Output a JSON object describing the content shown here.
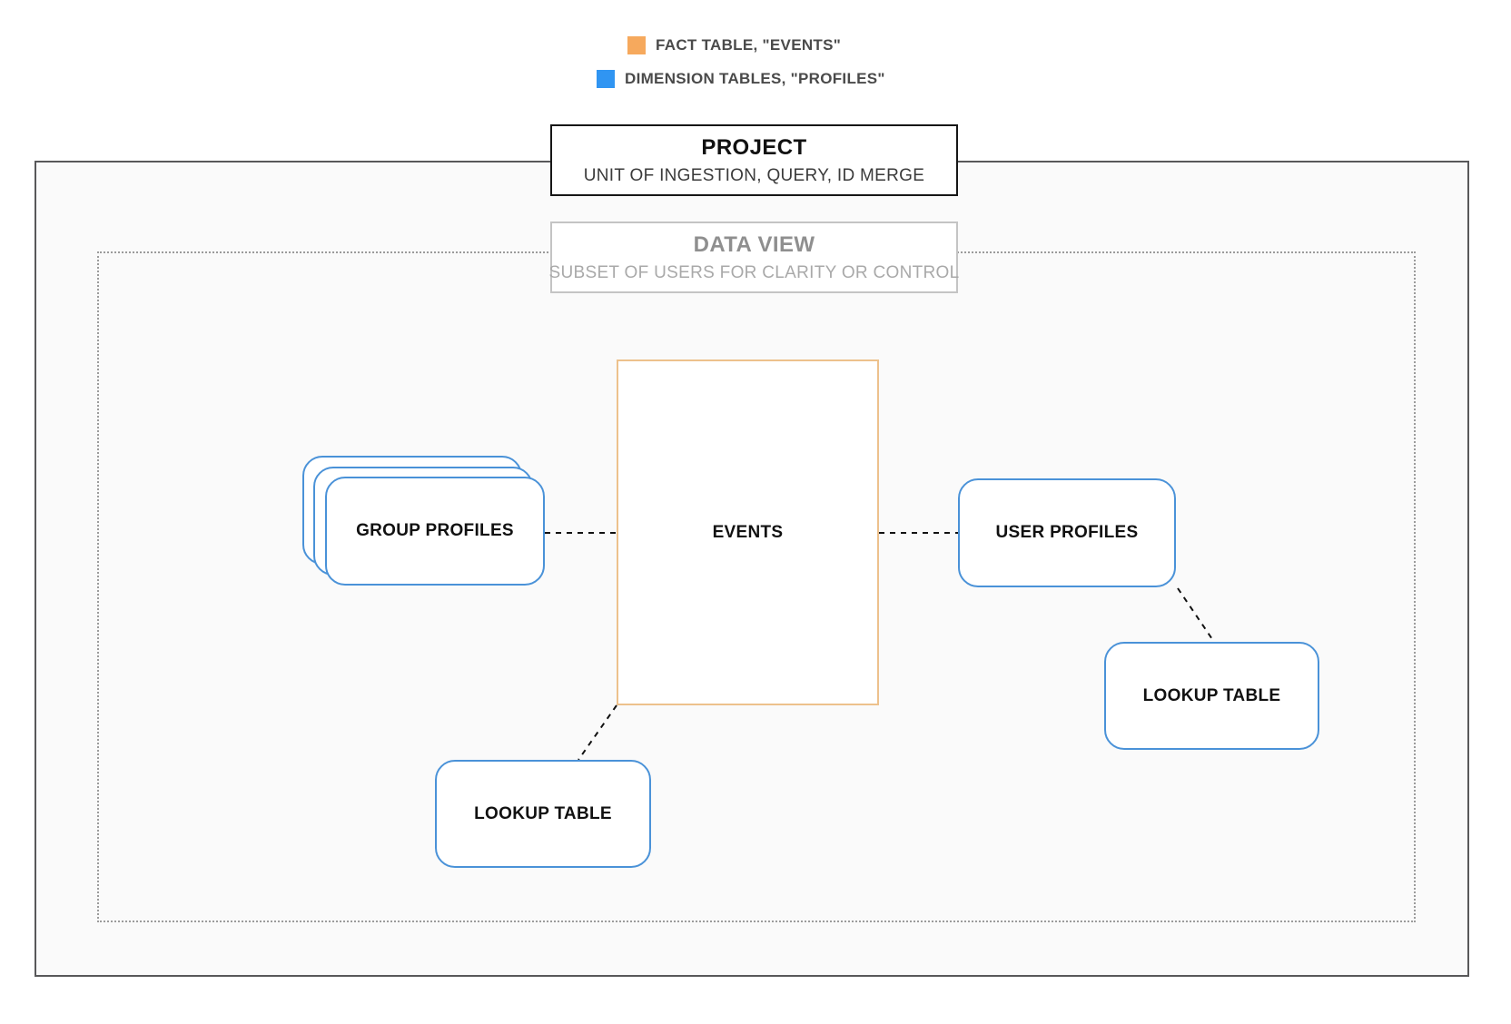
{
  "legend": {
    "items": [
      {
        "label": "FACT TABLE, \"EVENTS\"",
        "swatch": "fact-orange",
        "color": "#f6a95d"
      },
      {
        "label": "DIMENSION TABLES, \"PROFILES\"",
        "swatch": "dimension-blue",
        "color": "#3095f2"
      }
    ]
  },
  "project_box": {
    "title": "PROJECT",
    "subtitle": "UNIT OF INGESTION, QUERY, ID MERGE"
  },
  "data_view_box": {
    "title": "DATA VIEW",
    "subtitle": "SUBSET OF USERS FOR CLARITY OR CONTROL"
  },
  "nodes": {
    "events": {
      "label": "EVENTS",
      "role": "fact table"
    },
    "group_profiles": {
      "label": "GROUP PROFILES",
      "role": "dimension table",
      "stacked_cards": 3
    },
    "user_profiles": {
      "label": "USER PROFILES",
      "role": "dimension table"
    },
    "lookup_table_right": {
      "label": "LOOKUP TABLE",
      "role": "dimension table"
    },
    "lookup_table_bottom": {
      "label": "LOOKUP TABLE",
      "role": "dimension table"
    }
  },
  "connections": [
    {
      "from": "group_profiles",
      "to": "events",
      "style": "dashed"
    },
    {
      "from": "events",
      "to": "user_profiles",
      "style": "dashed"
    },
    {
      "from": "user_profiles",
      "to": "lookup_table_right",
      "style": "dashed"
    },
    {
      "from": "events",
      "to": "lookup_table_bottom",
      "style": "dashed"
    }
  ],
  "colors": {
    "fact_swatch": "#f6a95d",
    "fact_border": "#edc18c",
    "dimension_swatch": "#3095f2",
    "dimension_border": "#4a92d8",
    "connector": "#111111",
    "project_border": "#161616",
    "boundary_border": "#58585a",
    "boundary_fill": "#fafafa",
    "data_view_border": "#c4c4c4",
    "dotted_border": "#9b9b9b",
    "legend_text": "#4a4a4a",
    "muted_title": "#8f8f8f",
    "muted_subtitle": "#a9a9a9"
  }
}
